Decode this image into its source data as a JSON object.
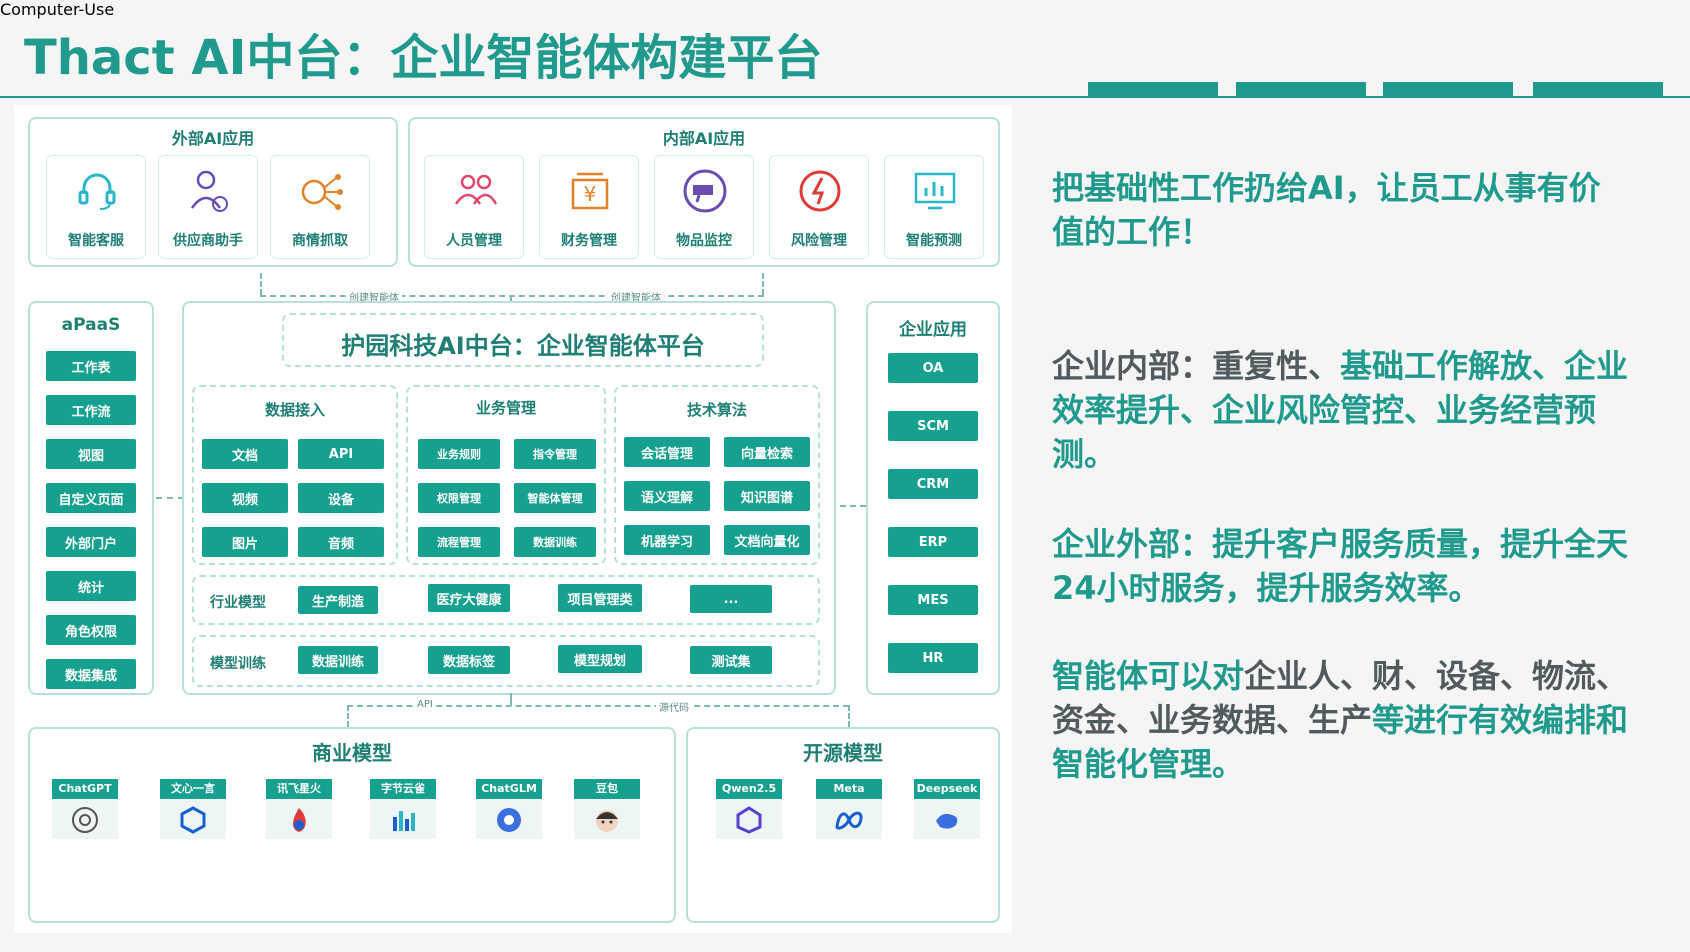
{
  "title": "Thact AI中台：企业智能体构建平台",
  "diagram": {
    "external_apps": {
      "title": "外部AI应用",
      "items": [
        {
          "label": "智能客服",
          "icon": "headset-icon"
        },
        {
          "label": "供应商助手",
          "icon": "supplier-person-icon"
        },
        {
          "label": "商情抓取",
          "icon": "network-scrape-icon"
        }
      ]
    },
    "internal_apps": {
      "title": "内部AI应用",
      "items": [
        {
          "label": "人员管理",
          "icon": "people-icon"
        },
        {
          "label": "财务管理",
          "icon": "yen-icon"
        },
        {
          "label": "物品监控",
          "icon": "camera-icon"
        },
        {
          "label": "风险管理",
          "icon": "alarm-icon"
        },
        {
          "label": "智能预测",
          "icon": "chart-monitor-icon"
        }
      ]
    },
    "connector_labels": {
      "create_agent_left": "创建智能体",
      "create_agent_right": "创建智能体",
      "api": "API",
      "source_code": "源代码"
    },
    "apaas": {
      "title": "aPaaS",
      "items": [
        "工作表",
        "工作流",
        "视图",
        "自定义页面",
        "外部门户",
        "统计",
        "角色权限",
        "数据集成"
      ]
    },
    "platform": {
      "title": "护园科技AI中台：企业智能体平台",
      "data_access": {
        "title": "数据接入",
        "items": [
          "文档",
          "API",
          "视频",
          "设备",
          "图片",
          "音频"
        ]
      },
      "business": {
        "title": "业务管理",
        "items": [
          "业务规则",
          "指令管理",
          "权限管理",
          "智能体管理",
          "流程管理",
          "数据训练"
        ]
      },
      "tech": {
        "title": "技术算法",
        "items": [
          "会话管理",
          "向量检索",
          "语义理解",
          "知识图谱",
          "机器学习",
          "文档向量化"
        ]
      },
      "industry": {
        "label": "行业模型",
        "items": [
          "生产制造",
          "医疗大健康",
          "项目管理类",
          "..."
        ]
      },
      "training": {
        "label": "模型训练",
        "items": [
          "数据训练",
          "数据标签",
          "模型规划",
          "测试集"
        ]
      }
    },
    "enterprise_apps": {
      "title": "企业应用",
      "items": [
        "OA",
        "SCM",
        "CRM",
        "ERP",
        "MES",
        "HR"
      ]
    },
    "commercial_models": {
      "title": "商业模型",
      "items": [
        {
          "label": "ChatGPT",
          "icon": "openai-logo-icon"
        },
        {
          "label": "文心一言",
          "icon": "wenxin-logo-icon"
        },
        {
          "label": "讯飞星火",
          "icon": "spark-logo-icon"
        },
        {
          "label": "字节云雀",
          "icon": "bytedance-logo-icon"
        },
        {
          "label": "ChatGLM",
          "icon": "chatglm-logo-icon"
        },
        {
          "label": "豆包",
          "icon": "doubao-logo-icon"
        }
      ]
    },
    "open_models": {
      "title": "开源模型",
      "items": [
        {
          "label": "Qwen2.5",
          "icon": "qwen-logo-icon"
        },
        {
          "label": "Meta",
          "icon": "meta-logo-icon"
        },
        {
          "label": "Deepseek",
          "icon": "deepseek-logo-icon"
        }
      ]
    }
  },
  "right_text": {
    "headline": "把基础性工作扔给AI，让员工从事有价值的工作！",
    "p1_prefix": "企业内部：重复性、",
    "p1_highlight": "基础工作解放、企业效率提升、企业风险管控、业务经营预测。",
    "p2": "企业外部：提升客户服务质量，提升全天24小时服务，提升服务效率。",
    "p3_prefix": "智能体可以对",
    "p3_gray": "企业人、财、设备、物流、资金、业务数据、生产",
    "p3_suffix": "等进行有效编排和智能化管理。"
  },
  "colors": {
    "accent": "#1f9a8d",
    "button": "#16a08f",
    "text_gray": "#505a5f"
  }
}
